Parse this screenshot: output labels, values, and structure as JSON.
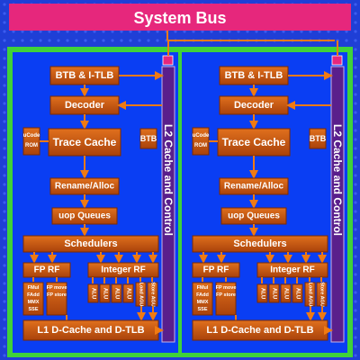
{
  "system_bus": "System Bus",
  "cores": [
    {
      "l2": "L2 Cache and Control",
      "btb_itlb": "BTB & I-TLB",
      "decoder": "Decoder",
      "trace_cache": "Trace Cache",
      "ucode_rom": [
        "uCode",
        "ROM"
      ],
      "btb": "BTB",
      "rename": "Rename/Alloc",
      "uop_queues": "uop Queues",
      "schedulers": "Schedulers",
      "fp_rf": "FP RF",
      "int_rf": "Integer RF",
      "fp_units": [
        [
          "FMul",
          "FAdd",
          "MMX",
          "SSE"
        ],
        [
          "FP move",
          "FP store"
        ]
      ],
      "int_units": [
        "ALU",
        "ALU",
        "ALU",
        "ALU"
      ],
      "mem_units": [
        [
          "Load",
          "AGU"
        ],
        [
          "Store",
          "AGU"
        ]
      ],
      "l1": "L1 D-Cache and D-TLB"
    },
    {
      "l2": "L2 Cache and Control",
      "btb_itlb": "BTB & I-TLB",
      "decoder": "Decoder",
      "trace_cache": "Trace Cache",
      "ucode_rom": [
        "uCode",
        "ROM"
      ],
      "btb": "BTB",
      "rename": "Rename/Alloc",
      "uop_queues": "uop Queues",
      "schedulers": "Schedulers",
      "fp_rf": "FP RF",
      "int_rf": "Integer RF",
      "fp_units": [
        [
          "FMul",
          "FAdd",
          "MMX",
          "SSE"
        ],
        [
          "FP move",
          "FP store"
        ]
      ],
      "int_units": [
        "ALU",
        "ALU",
        "ALU",
        "ALU"
      ],
      "mem_units": [
        [
          "Load",
          "AGU"
        ],
        [
          "Store",
          "AGU"
        ]
      ],
      "l1": "L1 D-Cache and D-TLB"
    }
  ],
  "colors": {
    "background": "#1f3fd6",
    "system_bus": "#e6277c",
    "outline_green": "#3fd23a",
    "core_panel": "#0a3ef3",
    "unit_orange": "#c9550f",
    "l2_purple": "#5a1f8c",
    "arrow_orange": "#f07a12"
  }
}
